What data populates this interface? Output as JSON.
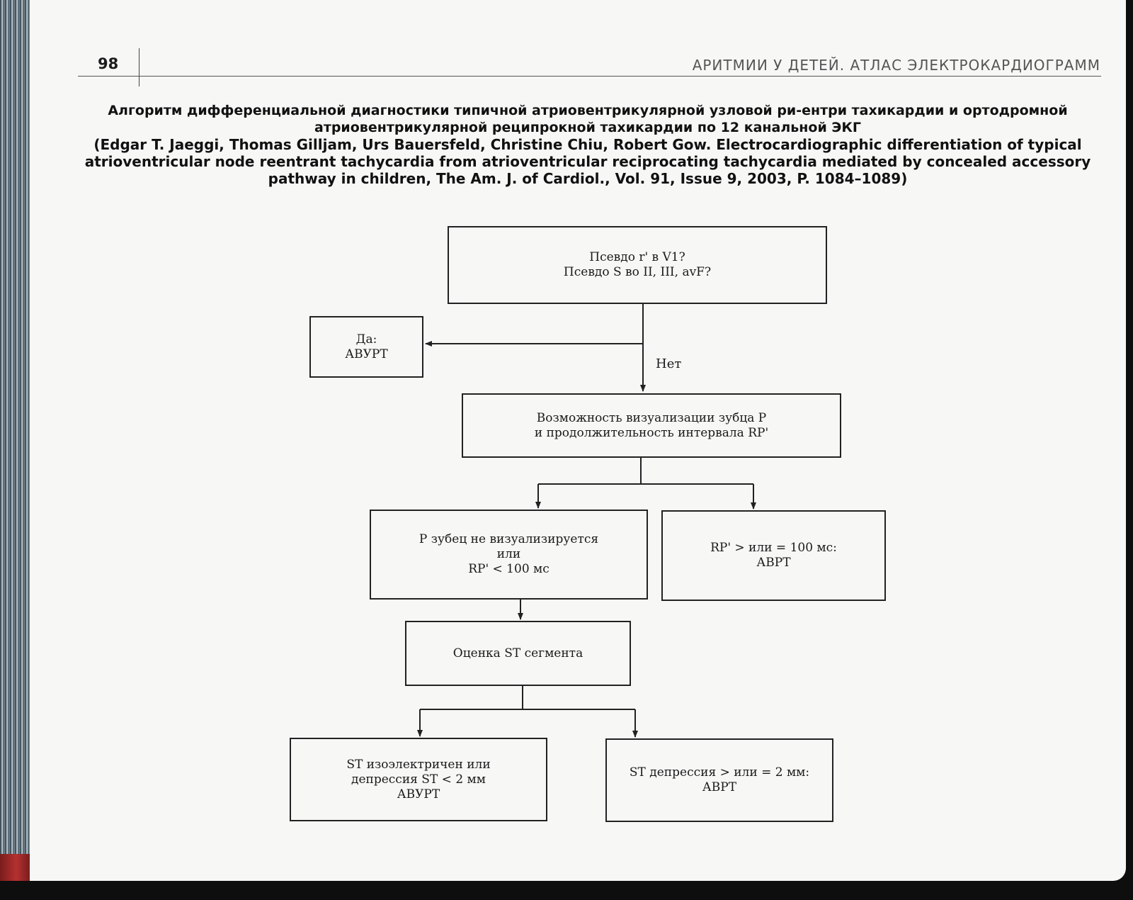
{
  "header": {
    "page_number": "98",
    "running_title": "АРИТМИИ У ДЕТЕЙ. АТЛАС ЭЛЕКТРОКАРДИОГРАММ"
  },
  "caption": {
    "title_line1": "Алгоритм дифференциальной диагностики типичной атриовентрикулярной узловой ри-ентри тахикардии и ортодромной",
    "title_line2": "атриовентрикулярной реципрокной тахикардии по 12 канальной ЭКГ",
    "source_line1": "(Edgar T. Jaeggi, Thomas Gilljam, Urs Bauersfeld, Christine Chiu, Robert Gow. Electrocardiographic differentiation of typical",
    "source_line2": "atrioventricular node reentrant tachycardia from atrioventricular reciprocating tachycardia mediated by concealed  accessory",
    "source_line3": "pathway in children, The Am. J. of Cardiol., Vol. 91, Issue 9, 2003, P. 1084–1089)"
  },
  "flowchart": {
    "start": {
      "line1": "Псевдо r' в V1?",
      "line2": "Псевдо S во II, III, avF?"
    },
    "yes_result": {
      "line1": "Да:",
      "line2": "АВУРТ"
    },
    "no_label": "Нет",
    "p_wave": {
      "line1": "Возможность визуализации зубца P",
      "line2": "и продолжительность интервала RP'"
    },
    "p_not_visible": {
      "line1": "P зубец не визуализируется",
      "line2": "или",
      "line3": "RP' < 100 мс"
    },
    "rp_long": {
      "line1": "RP' > или = 100 мс:",
      "line2": "АВРТ"
    },
    "st_eval": {
      "line1": "Оценка ST сегмента"
    },
    "st_iso": {
      "line1": "ST изоэлектричен или",
      "line2": "депрессия ST < 2 мм",
      "line3": "АВУРТ"
    },
    "st_dep": {
      "line1": "ST депрессия > или = 2 мм:",
      "line2": "АВРТ"
    }
  }
}
